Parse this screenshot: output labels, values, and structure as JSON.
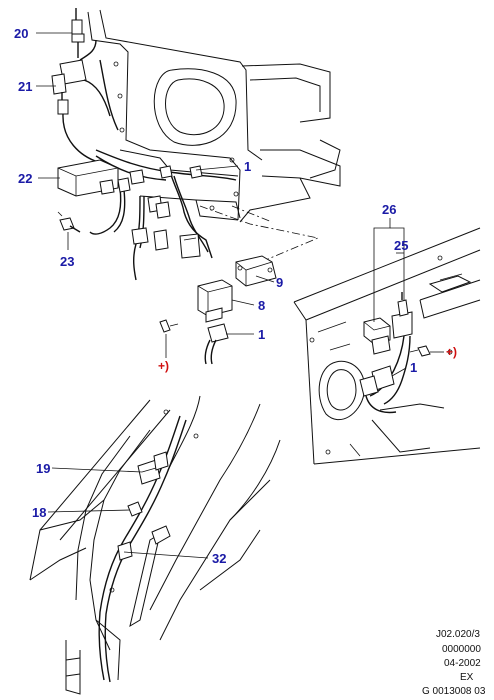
{
  "callouts": {
    "c20": "20",
    "c21": "21",
    "c22": "22",
    "c23": "23",
    "c1a": "1",
    "c9": "9",
    "c8": "8",
    "c1b": "1",
    "c26": "26",
    "c25": "25",
    "c1c": "1",
    "c19": "19",
    "c18": "18",
    "c32": "32"
  },
  "ground_marks": {
    "left": "+)",
    "right": "+)"
  },
  "reference_block": {
    "line1": "J02.020/3",
    "line2": "0000000",
    "line3": "04-2002",
    "line4": "EX",
    "line5": "G 0013008 03"
  },
  "colors": {
    "callout_text": "#1a1aa6",
    "ground_text": "#d01010",
    "line_art": "#111111"
  }
}
